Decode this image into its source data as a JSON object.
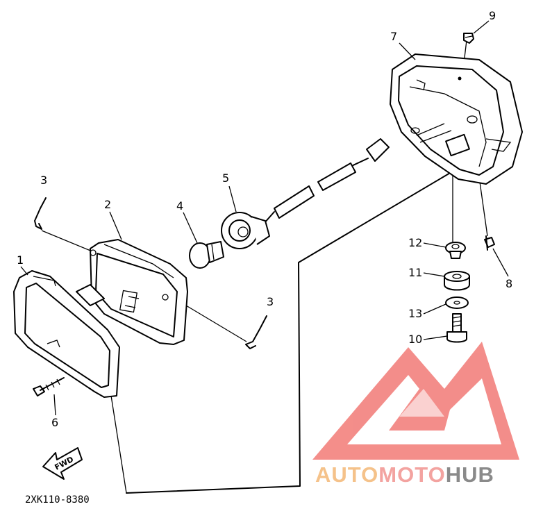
{
  "diagram": {
    "callouts": [
      {
        "id": "c1",
        "text": "1"
      },
      {
        "id": "c2",
        "text": "2"
      },
      {
        "id": "c3a",
        "text": "3"
      },
      {
        "id": "c3b",
        "text": "3"
      },
      {
        "id": "c4",
        "text": "4"
      },
      {
        "id": "c5",
        "text": "5"
      },
      {
        "id": "c6",
        "text": "6"
      },
      {
        "id": "c7",
        "text": "7"
      },
      {
        "id": "c8",
        "text": "8"
      },
      {
        "id": "c9",
        "text": "9"
      },
      {
        "id": "c10",
        "text": "10"
      },
      {
        "id": "c11",
        "text": "11"
      },
      {
        "id": "c12",
        "text": "12"
      },
      {
        "id": "c13",
        "text": "13"
      }
    ],
    "diagram_code": "2XK110-8380",
    "direction_arrow_label": "FWD"
  },
  "watermark": {
    "text_part1": "AUTO",
    "text_part2": "MOTO",
    "text_part3": "HUB",
    "colors": {
      "auto": "#f5c28a",
      "moto": "#f3a3a0",
      "hub": "#8a8a8a",
      "logo": "#f27a76"
    }
  }
}
